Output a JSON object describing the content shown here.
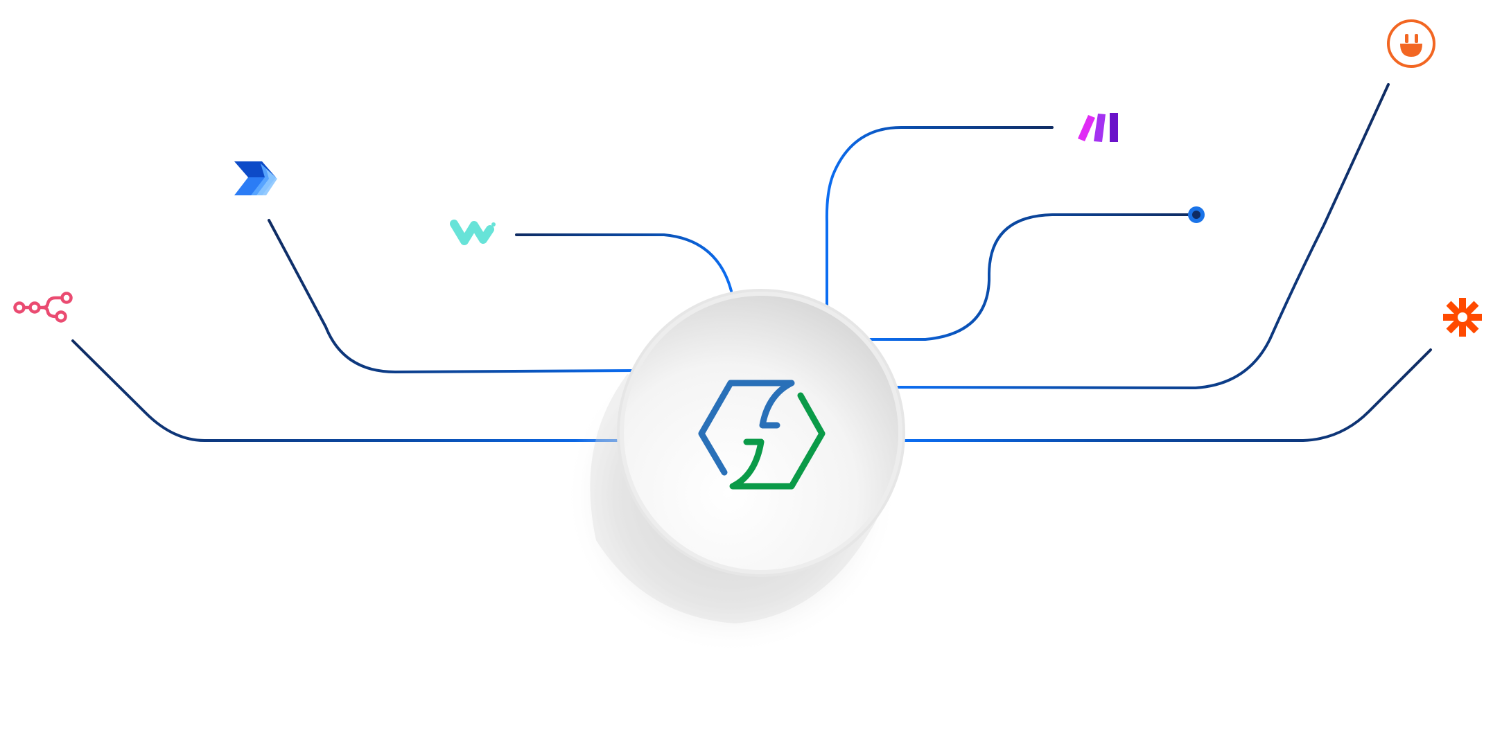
{
  "diagram": {
    "hub": {
      "icon": "integration-hub-logo-icon",
      "colors": {
        "blue": "#2970b8",
        "green": "#0a9a48",
        "face": "#f2f2f2",
        "shadow": "#bdbdbd"
      }
    },
    "line_colors": {
      "dark": "#0f2c63",
      "mid": "#0a4aa6",
      "bright": "#0b6df2"
    },
    "nodes": [
      {
        "id": "n8n",
        "icon": "n8n-workflow-icon",
        "color": "#ea4b71"
      },
      {
        "id": "power-automate",
        "icon": "power-automate-icon",
        "color": "#2b7cf5"
      },
      {
        "id": "workato",
        "icon": "workato-icon",
        "color": "#67e3d8"
      },
      {
        "id": "make",
        "icon": "make-icon",
        "color": "#a431f1"
      },
      {
        "id": "endpoint",
        "icon": "endpoint-dot-icon",
        "color": "#1a73e8"
      },
      {
        "id": "integrately",
        "icon": "integrately-plug-icon",
        "color": "#f26622"
      },
      {
        "id": "zapier",
        "icon": "zapier-asterisk-icon",
        "color": "#ff4a00"
      }
    ]
  }
}
